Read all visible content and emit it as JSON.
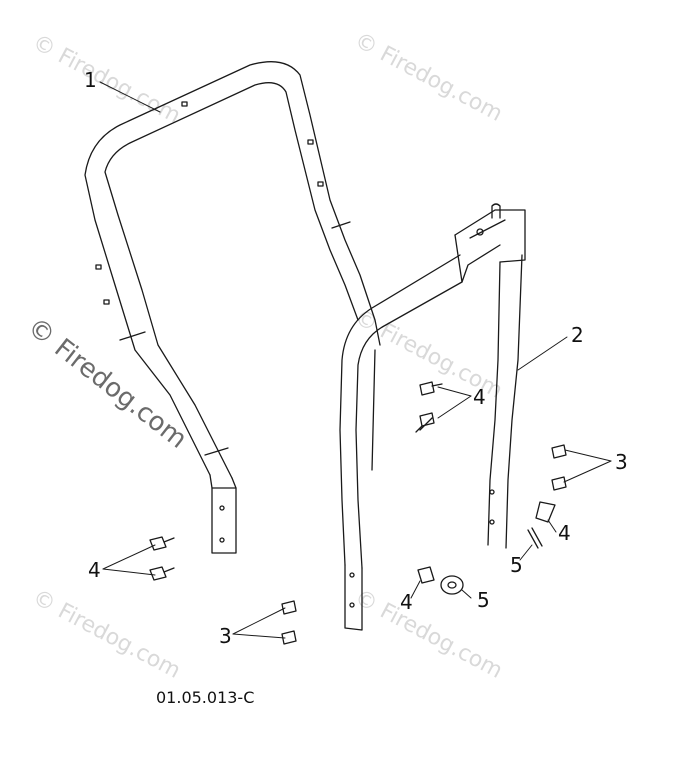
{
  "watermarks": [
    {
      "text": "© Firedog.com"
    },
    {
      "text": "© Firedog.com"
    },
    {
      "text": "© Firedog.com"
    },
    {
      "text": "© Firedog.com"
    },
    {
      "text": "© Firedog.com"
    },
    {
      "text": "© Firedog.com"
    }
  ],
  "callouts": {
    "frame_left": "1",
    "frame_right": "2",
    "bolts_right": "3",
    "bolts_bottom": "3",
    "nuts_center": "4",
    "nuts_left": "4",
    "nut_bottom": "4",
    "pin_right": "4",
    "clip_right": "5",
    "washer": "5"
  },
  "drawing_id": "01.05.013-C",
  "colors": {
    "line": "#1a1a1a",
    "watermark": "#d9d9d9"
  }
}
